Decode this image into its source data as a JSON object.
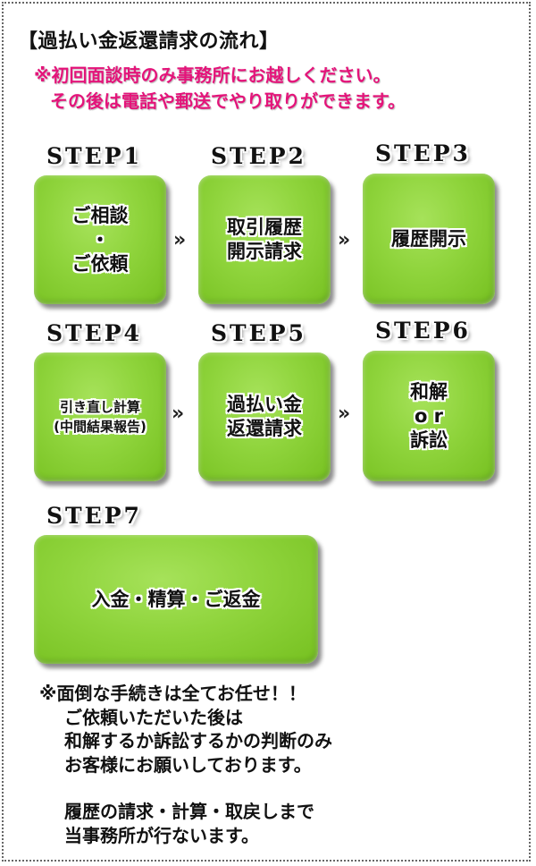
{
  "title": "【過払い金返還請求の流れ】",
  "notice": {
    "line1": "※初回面談時のみ事務所にお越しください。",
    "line2": "その後は電話や郵送でやり取りができます。"
  },
  "steps": [
    {
      "label": "STEP1",
      "text": "ご相談\n・\nご依頼"
    },
    {
      "label": "STEP2",
      "text": "取引履歴\n開示請求"
    },
    {
      "label": "STEP3",
      "text": "履歴開示"
    },
    {
      "label": "STEP4",
      "text": "引き直し計算\n(中間結果報告)"
    },
    {
      "label": "STEP5",
      "text": "過払い金\n返還請求"
    },
    {
      "label": "STEP6",
      "text": "和解\no r\n訴訟"
    },
    {
      "label": "STEP7",
      "text": "入金・精算・ご返金"
    }
  ],
  "arrow_glyph": "»",
  "footnote": {
    "line1": "※面倒な手続きは全てお任せ！！",
    "line2": "ご依頼いただいた後は",
    "line3": "和解するか訴訟するかの判断のみ",
    "line4": "お客様にお願いしております。",
    "line5": "履歴の請求・計算・取戻しまで",
    "line6": "当事務所が行ないます。"
  },
  "colors": {
    "accent_pink": "#e4147a",
    "box_green": "#8fd43c",
    "frame_border": "#666666"
  }
}
